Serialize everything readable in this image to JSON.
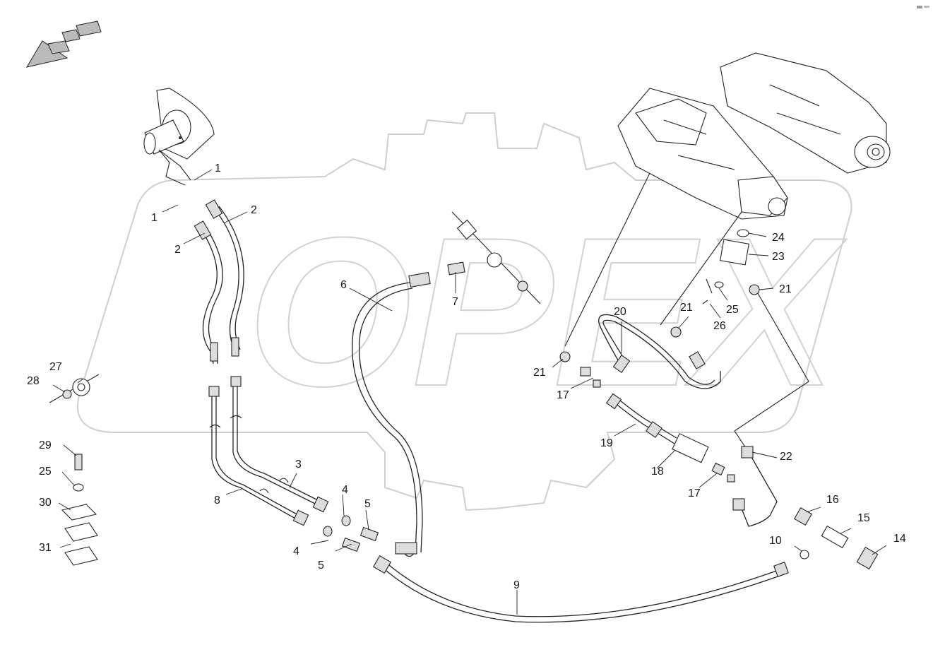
{
  "watermark": {
    "text": "OPEX"
  },
  "callouts": [
    {
      "id": "c1a",
      "label": "1"
    },
    {
      "id": "c1b",
      "label": "1"
    },
    {
      "id": "c2a",
      "label": "2"
    },
    {
      "id": "c2b",
      "label": "2"
    },
    {
      "id": "c3",
      "label": "3"
    },
    {
      "id": "c4a",
      "label": "4"
    },
    {
      "id": "c4b",
      "label": "4"
    },
    {
      "id": "c5a",
      "label": "5"
    },
    {
      "id": "c5b",
      "label": "5"
    },
    {
      "id": "c6",
      "label": "6"
    },
    {
      "id": "c7",
      "label": "7"
    },
    {
      "id": "c8",
      "label": "8"
    },
    {
      "id": "c9",
      "label": "9"
    },
    {
      "id": "c10",
      "label": "10"
    },
    {
      "id": "c14",
      "label": "14"
    },
    {
      "id": "c15",
      "label": "15"
    },
    {
      "id": "c16",
      "label": "16"
    },
    {
      "id": "c17a",
      "label": "17"
    },
    {
      "id": "c17b",
      "label": "17"
    },
    {
      "id": "c18",
      "label": "18"
    },
    {
      "id": "c19",
      "label": "19"
    },
    {
      "id": "c20",
      "label": "20"
    },
    {
      "id": "c21a",
      "label": "21"
    },
    {
      "id": "c21b",
      "label": "21"
    },
    {
      "id": "c21c",
      "label": "21"
    },
    {
      "id": "c22",
      "label": "22"
    },
    {
      "id": "c23",
      "label": "23"
    },
    {
      "id": "c24",
      "label": "24"
    },
    {
      "id": "c25a",
      "label": "25"
    },
    {
      "id": "c25b",
      "label": "25"
    },
    {
      "id": "c26",
      "label": "26"
    },
    {
      "id": "c27",
      "label": "27"
    },
    {
      "id": "c28",
      "label": "28"
    },
    {
      "id": "c29",
      "label": "29"
    },
    {
      "id": "c30",
      "label": "30"
    },
    {
      "id": "c31",
      "label": "31"
    }
  ]
}
